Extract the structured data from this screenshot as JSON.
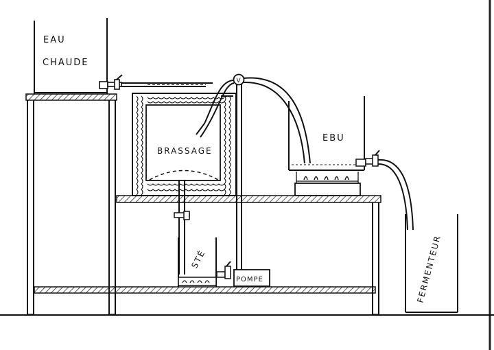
{
  "labels": {
    "eau": "EAU",
    "chaude": "CHAUDE",
    "brassage": "BRASSAGE",
    "ebu": "EBU",
    "ste": "STÉ",
    "pompe": "POMPE",
    "fermenteur": "FERMENTEUR",
    "valve": "V"
  },
  "colors": {
    "ink": "#111111",
    "paper": "#ffffff",
    "hatch": "#333333"
  }
}
